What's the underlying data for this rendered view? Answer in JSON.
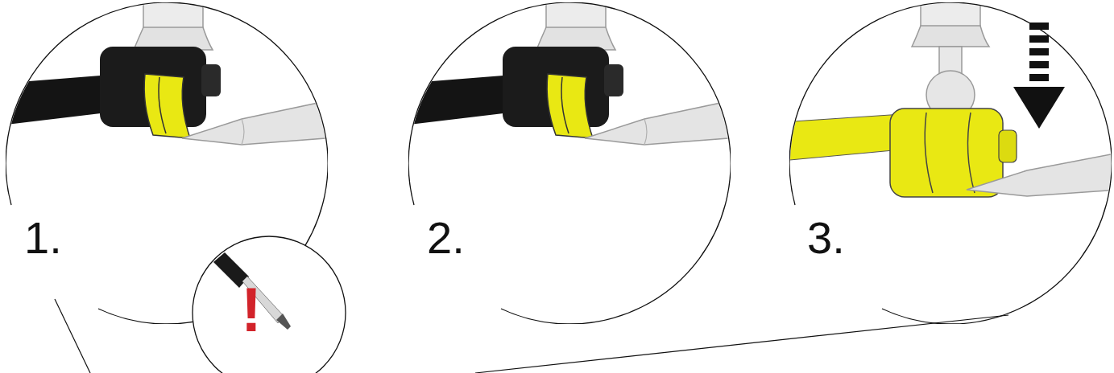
{
  "diagram": {
    "nodes": [
      {
        "text": [
          "1."
        ]
      },
      {
        "text": [
          "!"
        ]
      },
      {
        "text": [
          "2."
        ]
      },
      {
        "text": [
          "3."
        ]
      }
    ]
  }
}
